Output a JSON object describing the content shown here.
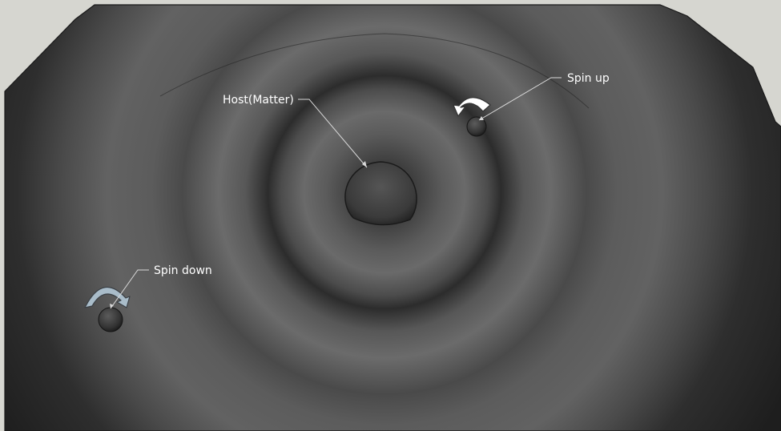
{
  "labels": {
    "host": "Host(Matter)",
    "spin_up": "Spin up",
    "spin_down": "Spin down"
  },
  "colors": {
    "background": "#d6d6d0",
    "surface": "#5a5a5a",
    "surface_dark": "#262626",
    "label_text": "#ffffff",
    "leader_line": "#d8d8d8",
    "arrow_spin_up": "#ffffff",
    "arrow_spin_down": "#a9bcc9"
  },
  "icons": {
    "spin_up_arrow": "curved-arrow-counterclockwise-icon",
    "spin_down_arrow": "curved-arrow-clockwise-icon"
  }
}
